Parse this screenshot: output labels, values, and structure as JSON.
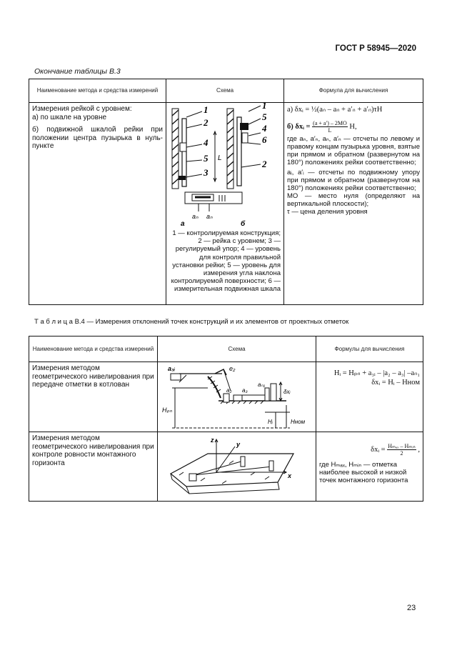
{
  "header": {
    "standard": "ГОСТ Р 58945—2020"
  },
  "table_b3": {
    "caption": "Окончание таблицы В.3",
    "col_headers": [
      "Наименование метода и средства измерений",
      "Схема",
      "Формула для вычисления"
    ],
    "method_title": "Измерения рейкой с уровнем:",
    "method_a": "а) по шкале на уровне",
    "method_b": "б) подвижной шкалой рейки при положении центра пузырька в нуль-пункте",
    "formula_a": "а)  δxᵢ = ½(aₙ – aₙ + a′ₙ + a′ₙ)τH",
    "formula_b_prefix": "б)  δxᵢ = ",
    "formula_b_num": "(a + a′) – 2MO",
    "formula_b_den": "L",
    "formula_b_suffix": "H,",
    "explanation_1": "где aₙ, a′ₙ, aₙ, a′ₙ — отсчеты по левому и правому концам пузырька уровня, взятые при прямом и обратном (развернутом на 180°) положениях рейки соответственно;",
    "explanation_2": "aᵢ, a′ᵢ — отсчеты по подвижному упору при прямом и обратном (развернутом на 180°) положениях рейки соответственно;",
    "explanation_3": "МО — место нуля (определяют на вертикальной плоскости);",
    "explanation_4": "τ — цена деления уровня",
    "legend": "1 — контролируемая конструкция; 2 — рейка с уровнем; 3 — регулируемый упор; 4 — уровень для контроля правильной установки рейки; 5 — уровень для измерения угла наклона контролируемой поверхности; 6 — измерительная подвижная шкала",
    "scheme_labels": {
      "n1": "1",
      "n2": "2",
      "n3": "3",
      "n4": "4",
      "n5": "5",
      "n6": "6",
      "L": "L",
      "an": "aₙ",
      "a": "а",
      "b": "б"
    }
  },
  "table_b4": {
    "title": "Т а б л и ц а   В.4 — Измерения отклонений точек конструкций и их элементов от проектных отметок",
    "col_headers": [
      "Наименование метода и средства измерений",
      "Схема",
      "Формулы для вычисления"
    ],
    "rows": [
      {
        "method": "Измерения методом геометрического нивелирования при передаче отметки в котлован",
        "formula_1": "Hᵢ = Hₚₙ + a₃ᵢ – |a₂ – a₃| –aₙ₁",
        "formula_2": "δxᵢ = Hᵢ – Hном"
      },
      {
        "method": "Измерения методом геометрического нивелирования при контроле ровности монтажного горизонта",
        "formula_prefix": "δxᵢ = ",
        "formula_num": "Hₘₐₓ – Hₘᵢₙ",
        "formula_den": "2",
        "formula_suffix": ",",
        "explanation": "где Hₘₐₓ, Hₘᵢₙ — отметка наиболее высокой и низкой точек монтажного горизонта"
      }
    ],
    "scheme_labels": {
      "a3i": "a₃ᵢ",
      "a2": "a₂",
      "a3": "a₃",
      "an1": "aₙ₁",
      "a1": "a₁",
      "e2": "e₂",
      "Hpn": "Hₚₙ",
      "Hi": "Hᵢ",
      "Hnom": "Hном",
      "dxi": "δxᵢ",
      "x": "x",
      "y": "y",
      "z": "z"
    }
  },
  "page_number": "23"
}
